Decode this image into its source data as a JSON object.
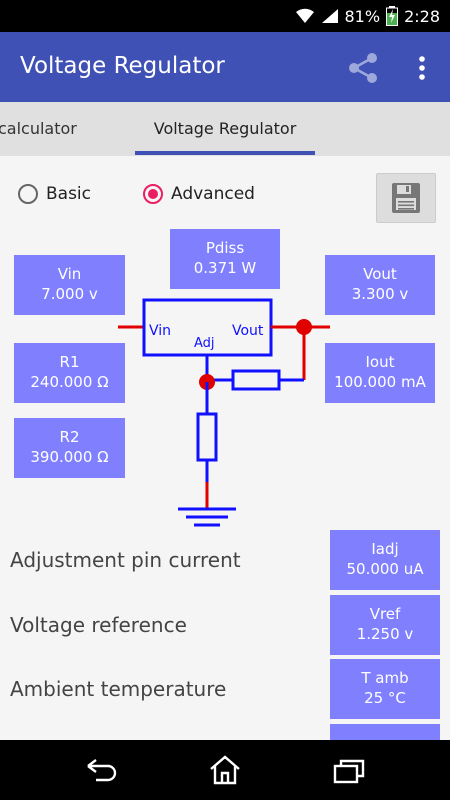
{
  "status": {
    "battery": "81%",
    "time": "2:28"
  },
  "appbar": {
    "title": "Voltage Regulator"
  },
  "tabs": [
    {
      "label": "calculator"
    },
    {
      "label": "Voltage Regulator"
    }
  ],
  "mode": {
    "basic_label": "Basic",
    "advanced_label": "Advanced"
  },
  "circuit": {
    "pdiss": {
      "label": "Pdiss",
      "value": "0.371 W"
    },
    "vin": {
      "label": "Vin",
      "value": "7.000 v"
    },
    "vout": {
      "label": "Vout",
      "value": "3.300 v"
    },
    "r1": {
      "label": "R1",
      "value": "240.000 Ω"
    },
    "iout": {
      "label": "Iout",
      "value": "100.000 mA"
    },
    "r2": {
      "label": "R2",
      "value": "390.000 Ω"
    },
    "chip_vin": "Vin",
    "chip_vout": "Vout",
    "chip_adj": "Adj"
  },
  "params": [
    {
      "label": "Adjustment pin current",
      "name": "Iadj",
      "value": "50.000 uA"
    },
    {
      "label": "Voltage reference",
      "name": "Vref",
      "value": "1.250 v"
    },
    {
      "label": "Ambient temperature",
      "name": "T amb",
      "value": "25 °C"
    }
  ],
  "icons": {
    "share": "share-icon",
    "more": "more-vert-icon",
    "save": "save-icon",
    "back": "back-icon",
    "home": "home-icon",
    "recents": "recents-icon"
  }
}
